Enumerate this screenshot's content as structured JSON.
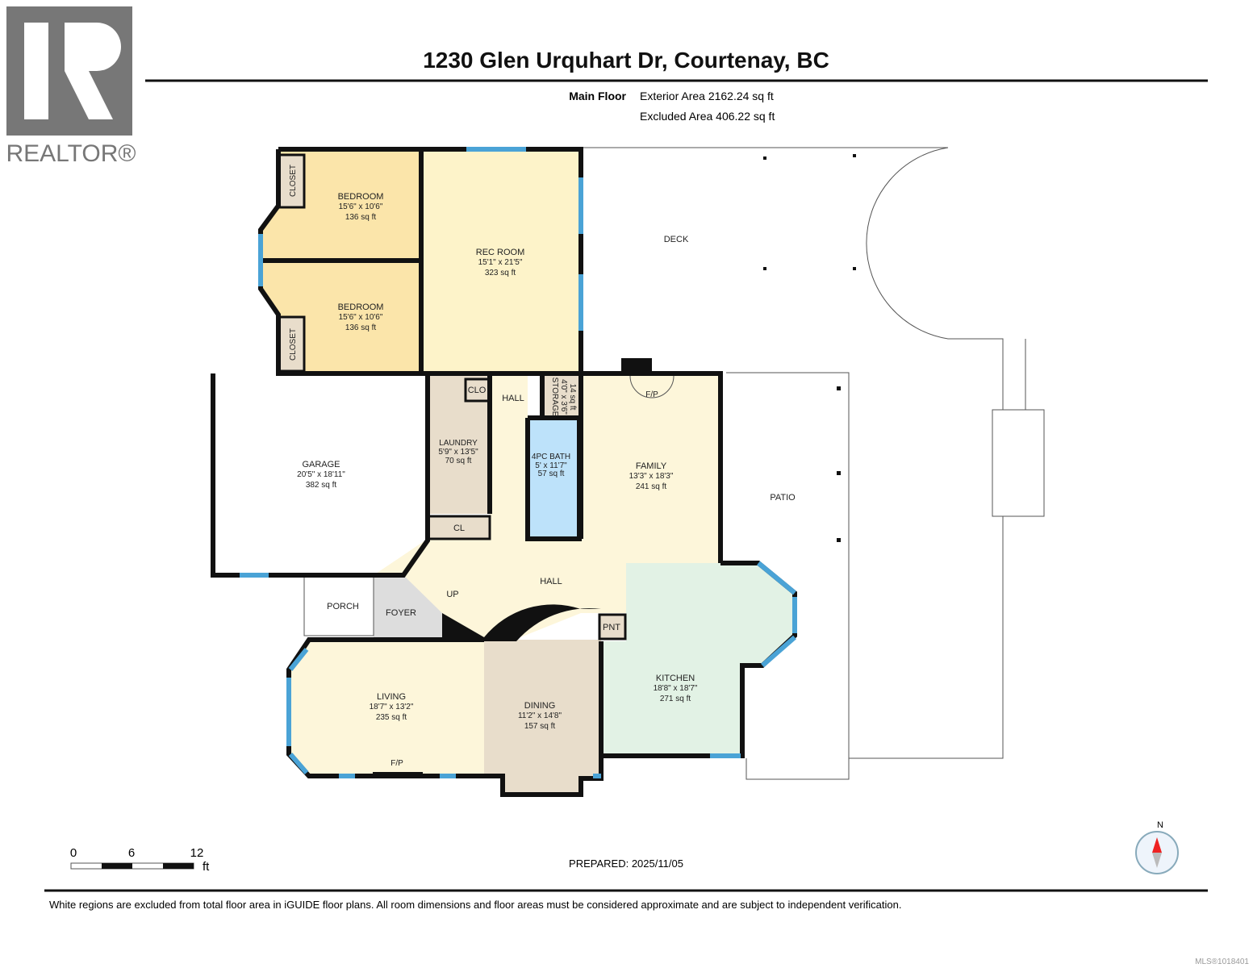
{
  "header": {
    "title": "1230 Glen Urquhart Dr, Courtenay, BC",
    "floor_label": "Main Floor",
    "exterior_area": "Exterior Area 2162.24 sq ft",
    "excluded_area": "Excluded Area 406.22 sq ft"
  },
  "logo": {
    "text": "REALTOR®"
  },
  "rooms": {
    "bedroom1": {
      "name": "BEDROOM",
      "dims": "15'6\" x 10'6\"",
      "area": "136 sq ft"
    },
    "bedroom2": {
      "name": "BEDROOM",
      "dims": "15'6\" x 10'6\"",
      "area": "136 sq ft"
    },
    "closet1": "CLOSET",
    "closet2": "CLOSET",
    "rec_room": {
      "name": "REC ROOM",
      "dims": "15'1\" x 21'5\"",
      "area": "323 sq ft"
    },
    "deck": "DECK",
    "garage": {
      "name": "GARAGE",
      "dims": "20'5\" x 18'11\"",
      "area": "382 sq ft"
    },
    "laundry": {
      "name": "LAUNDRY",
      "dims": "5'9\" x 13'5\"",
      "area": "70 sq ft"
    },
    "clo": "CLO",
    "hall_upper": "HALL",
    "storage": {
      "name": "STORAGE",
      "dims": "4'0\" x 3'6\"",
      "area": "14 sq ft"
    },
    "bath": {
      "name": "4PC BATH",
      "dims": "5' x 11'7\"",
      "area": "57 sq ft"
    },
    "family": {
      "name": "FAMILY",
      "dims": "13'3\" x 18'3\"",
      "area": "241 sq ft"
    },
    "fireplace1": "F/P",
    "fireplace2": "F/P",
    "patio": "PATIO",
    "cl": "CL",
    "hall": "HALL",
    "up": "UP",
    "porch": "PORCH",
    "foyer": "FOYER",
    "pantry": "PNT",
    "kitchen": {
      "name": "KITCHEN",
      "dims": "18'8\" x 18'7\"",
      "area": "271 sq ft"
    },
    "living": {
      "name": "LIVING",
      "dims": "18'7\" x 13'2\"",
      "area": "235 sq ft"
    },
    "dining": {
      "name": "DINING",
      "dims": "11'2\" x 14'8\"",
      "area": "157 sq ft"
    }
  },
  "scale": {
    "t0": "0",
    "t6": "6",
    "t12": "12",
    "unit": "ft"
  },
  "prepared": "PREPARED: 2025/11/05",
  "compass": "N",
  "footer": {
    "disclaimer": "White regions are excluded from total floor area in iGUIDE floor plans. All room dimensions and floor areas must be considered approximate and are subject to independent verification.",
    "mls": "MLS®1018401"
  },
  "colors": {
    "bedroom": "#fbe5aa",
    "rec": "#fdf3c9",
    "laundry": "#e8ddcb",
    "bath": "#bde2fa",
    "kitchen": "#e2f2e5",
    "living": "#fdf6da",
    "window": "#4aa3d6"
  }
}
